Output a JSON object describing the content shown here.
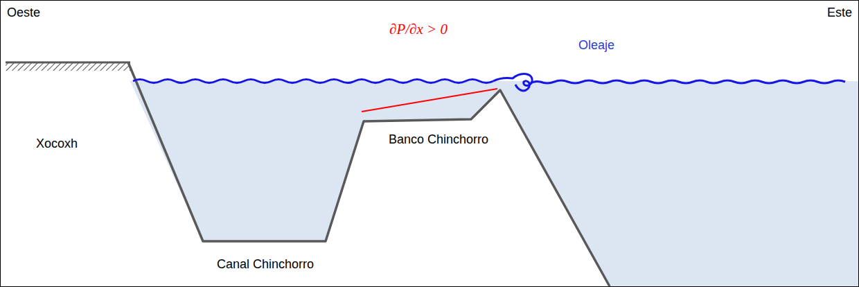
{
  "diagram": {
    "labels": [
      "Oeste",
      "Este",
      "∂P/∂x > 0",
      "Oleaje",
      "Xocoxh",
      "Banco Chinchorro",
      "Canal Chinchorro"
    ]
  }
}
